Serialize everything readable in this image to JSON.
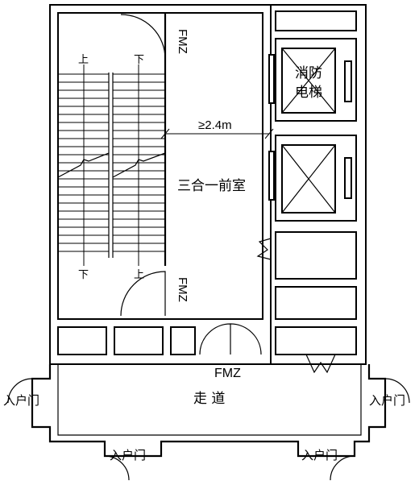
{
  "labels": {
    "fire_door_top": "FMZ",
    "fire_door_mid": "FMZ",
    "fire_door_corridor": "FMZ",
    "fire_elevator_line1": "消防",
    "fire_elevator_line2": "电梯",
    "dimension": "≥2.4m",
    "anteroom": "三合一前室",
    "corridor": "走  道",
    "stair_up_left": "上",
    "stair_up_right": "下",
    "stair_down_left": "下",
    "stair_down_right": "上",
    "entry_left": "入户门",
    "entry_right": "入户门",
    "entry_bottom_left": "入户门",
    "entry_bottom_right": "入户门"
  }
}
